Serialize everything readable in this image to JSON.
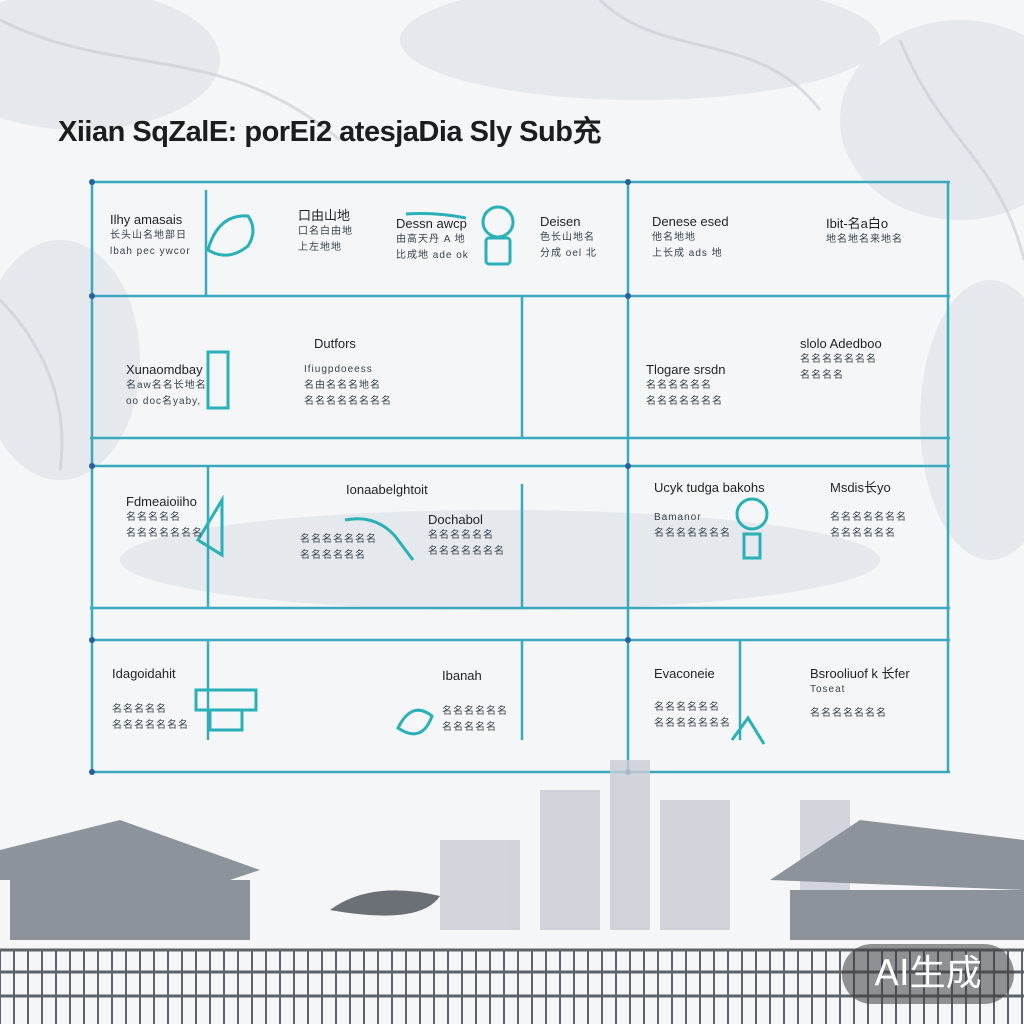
{
  "title": "Xiian SqZalE: porEi2 atesjaDia Sly Sub充",
  "badge": "AI生成",
  "cells": [
    {
      "head": "Ilhy amasais",
      "lines": [
        "长头山名地部日",
        "lbah pec ywcor"
      ]
    },
    {
      "head": "口由山地",
      "lines": [
        "口名白由地",
        "上左地地"
      ]
    },
    {
      "head": "Dessn awcp",
      "lines": [
        "由高天丹 A 地",
        "比成地 ade ok"
      ]
    },
    {
      "head": "Deisen",
      "lines": [
        "色长山地名",
        "分成 oel 北"
      ]
    },
    {
      "head": "Denese esed",
      "lines": [
        "他名地地",
        "上长成 ads 地"
      ]
    },
    {
      "head": "Ibit-名a白o",
      "lines": [
        "地名地名来地名"
      ]
    },
    {
      "head": "Xunaomdbay",
      "lines": [
        "名aw名名长地名",
        "oo doc名yaby,"
      ]
    },
    {
      "head": "Dutfors",
      "lines": [
        "Ifiugpdoeess",
        "名由名名名地名",
        "名名名名名名名名"
      ]
    },
    {
      "head": "Tlogare srsdn",
      "lines": [
        "名名名名名名",
        "名名名名名名名"
      ]
    },
    {
      "head": "slolo Adedboo",
      "lines": [
        "名名名名名名名",
        "名名名名"
      ]
    },
    {
      "head": "Fdmeaioiiho",
      "lines": [
        "名名名名名",
        "名名名名名名名"
      ]
    },
    {
      "head": "Ionaabelghtoit",
      "lines": [
        "名名名名名名名",
        "名名名名名名"
      ]
    },
    {
      "head": "Dochabol",
      "lines": [
        "名名名名名名",
        "名名名名名名名"
      ]
    },
    {
      "head": "Ucyk tudga bakohs",
      "lines": [
        "Bamanor",
        "名名名名名名名"
      ]
    },
    {
      "head": "Msdis长yo",
      "lines": [
        "名名名名名名名",
        "名名名名名名"
      ]
    },
    {
      "head": "Idagoidahit",
      "lines": [
        "名名名名名",
        "名名名名名名名"
      ]
    },
    {
      "head": "Ibanah",
      "lines": [
        "名名名名名名",
        "名名名名名"
      ]
    },
    {
      "head": "Evaconeie",
      "lines": [
        "名名名名名名",
        "名名名名名名名"
      ]
    },
    {
      "head": "Bsrooliuof k 长fer",
      "lines": [
        "Toseat",
        "名名名名名名名"
      ]
    }
  ]
}
